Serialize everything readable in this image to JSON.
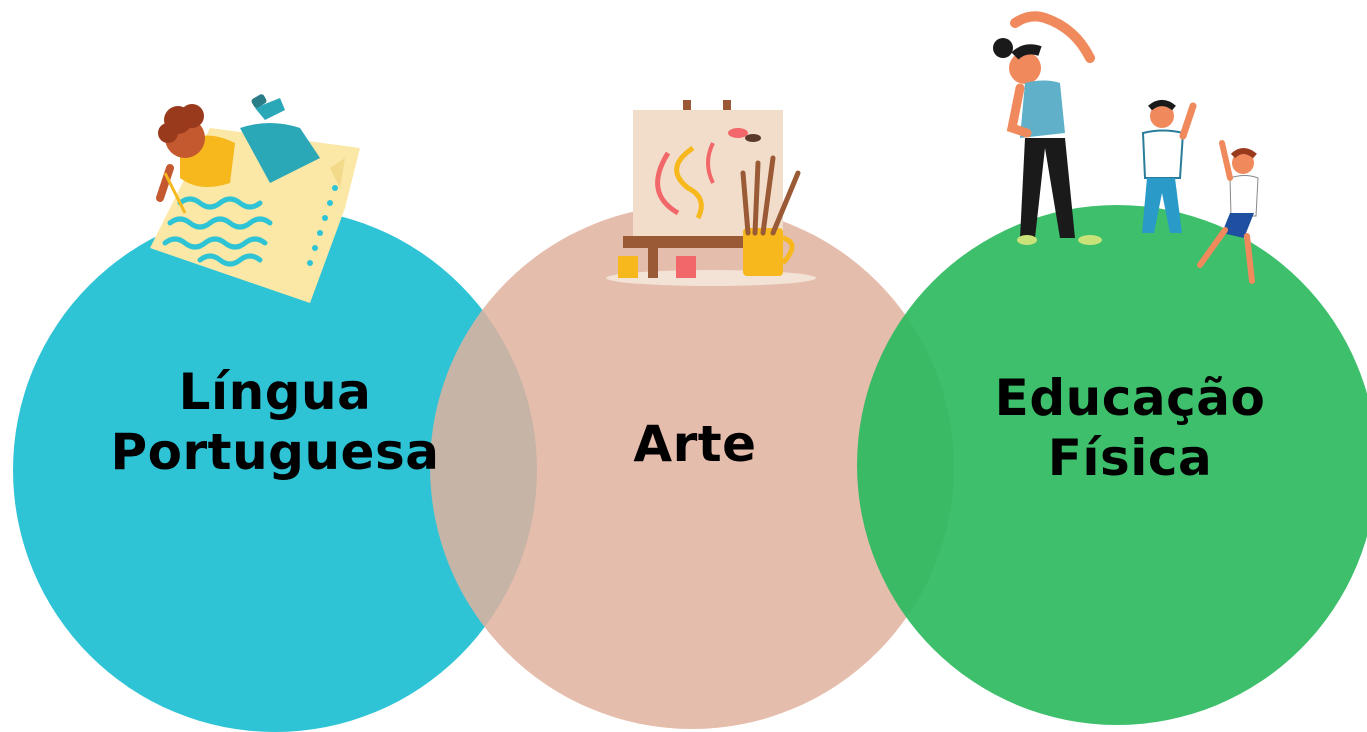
{
  "diagram": {
    "circles": [
      {
        "id": "lingua",
        "color": "#2ec4d6",
        "label_line1": "Língua",
        "label_line2": "Portuguesa",
        "illustration": "child-writing-on-paper"
      },
      {
        "id": "arte",
        "color": "#e0b29e",
        "label_line1": "Arte",
        "illustration": "easel-with-paintbrushes"
      },
      {
        "id": "edfis",
        "color": "#2cba5f",
        "label_line1": "Educação",
        "label_line2": "Física",
        "illustration": "people-stretching-exercise"
      }
    ]
  }
}
